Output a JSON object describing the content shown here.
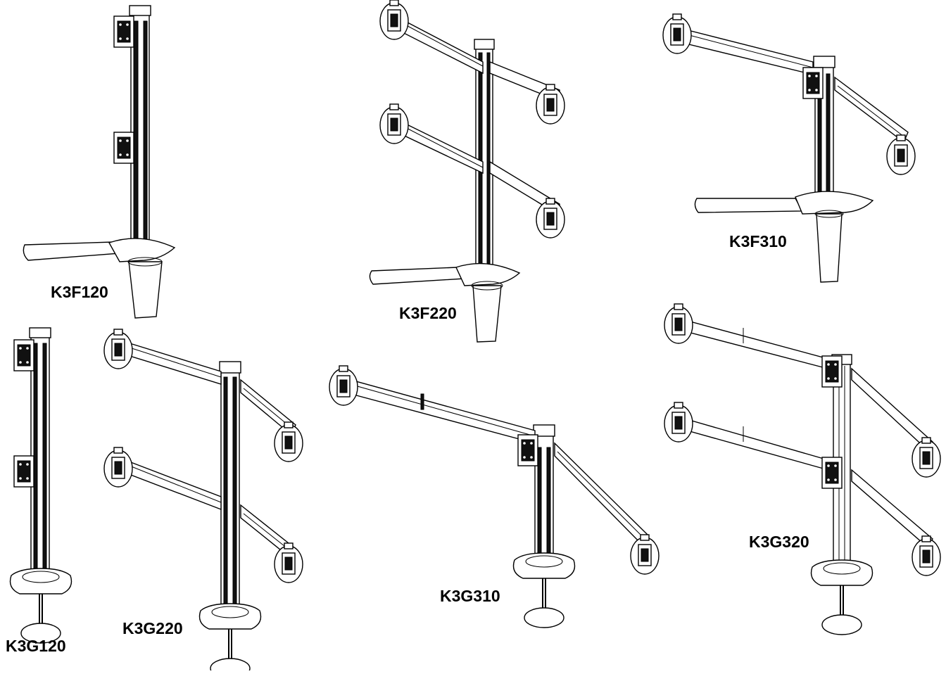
{
  "figure": {
    "labels": {
      "k3f120": "K3F120",
      "k3f220": "K3F220",
      "k3f310": "K3F310",
      "k3g120": "K3G120",
      "k3g220": "K3G220",
      "k3g310": "K3G310",
      "k3g320": "K3G320"
    }
  },
  "colors": {
    "line": "#000000",
    "background": "#ffffff"
  }
}
